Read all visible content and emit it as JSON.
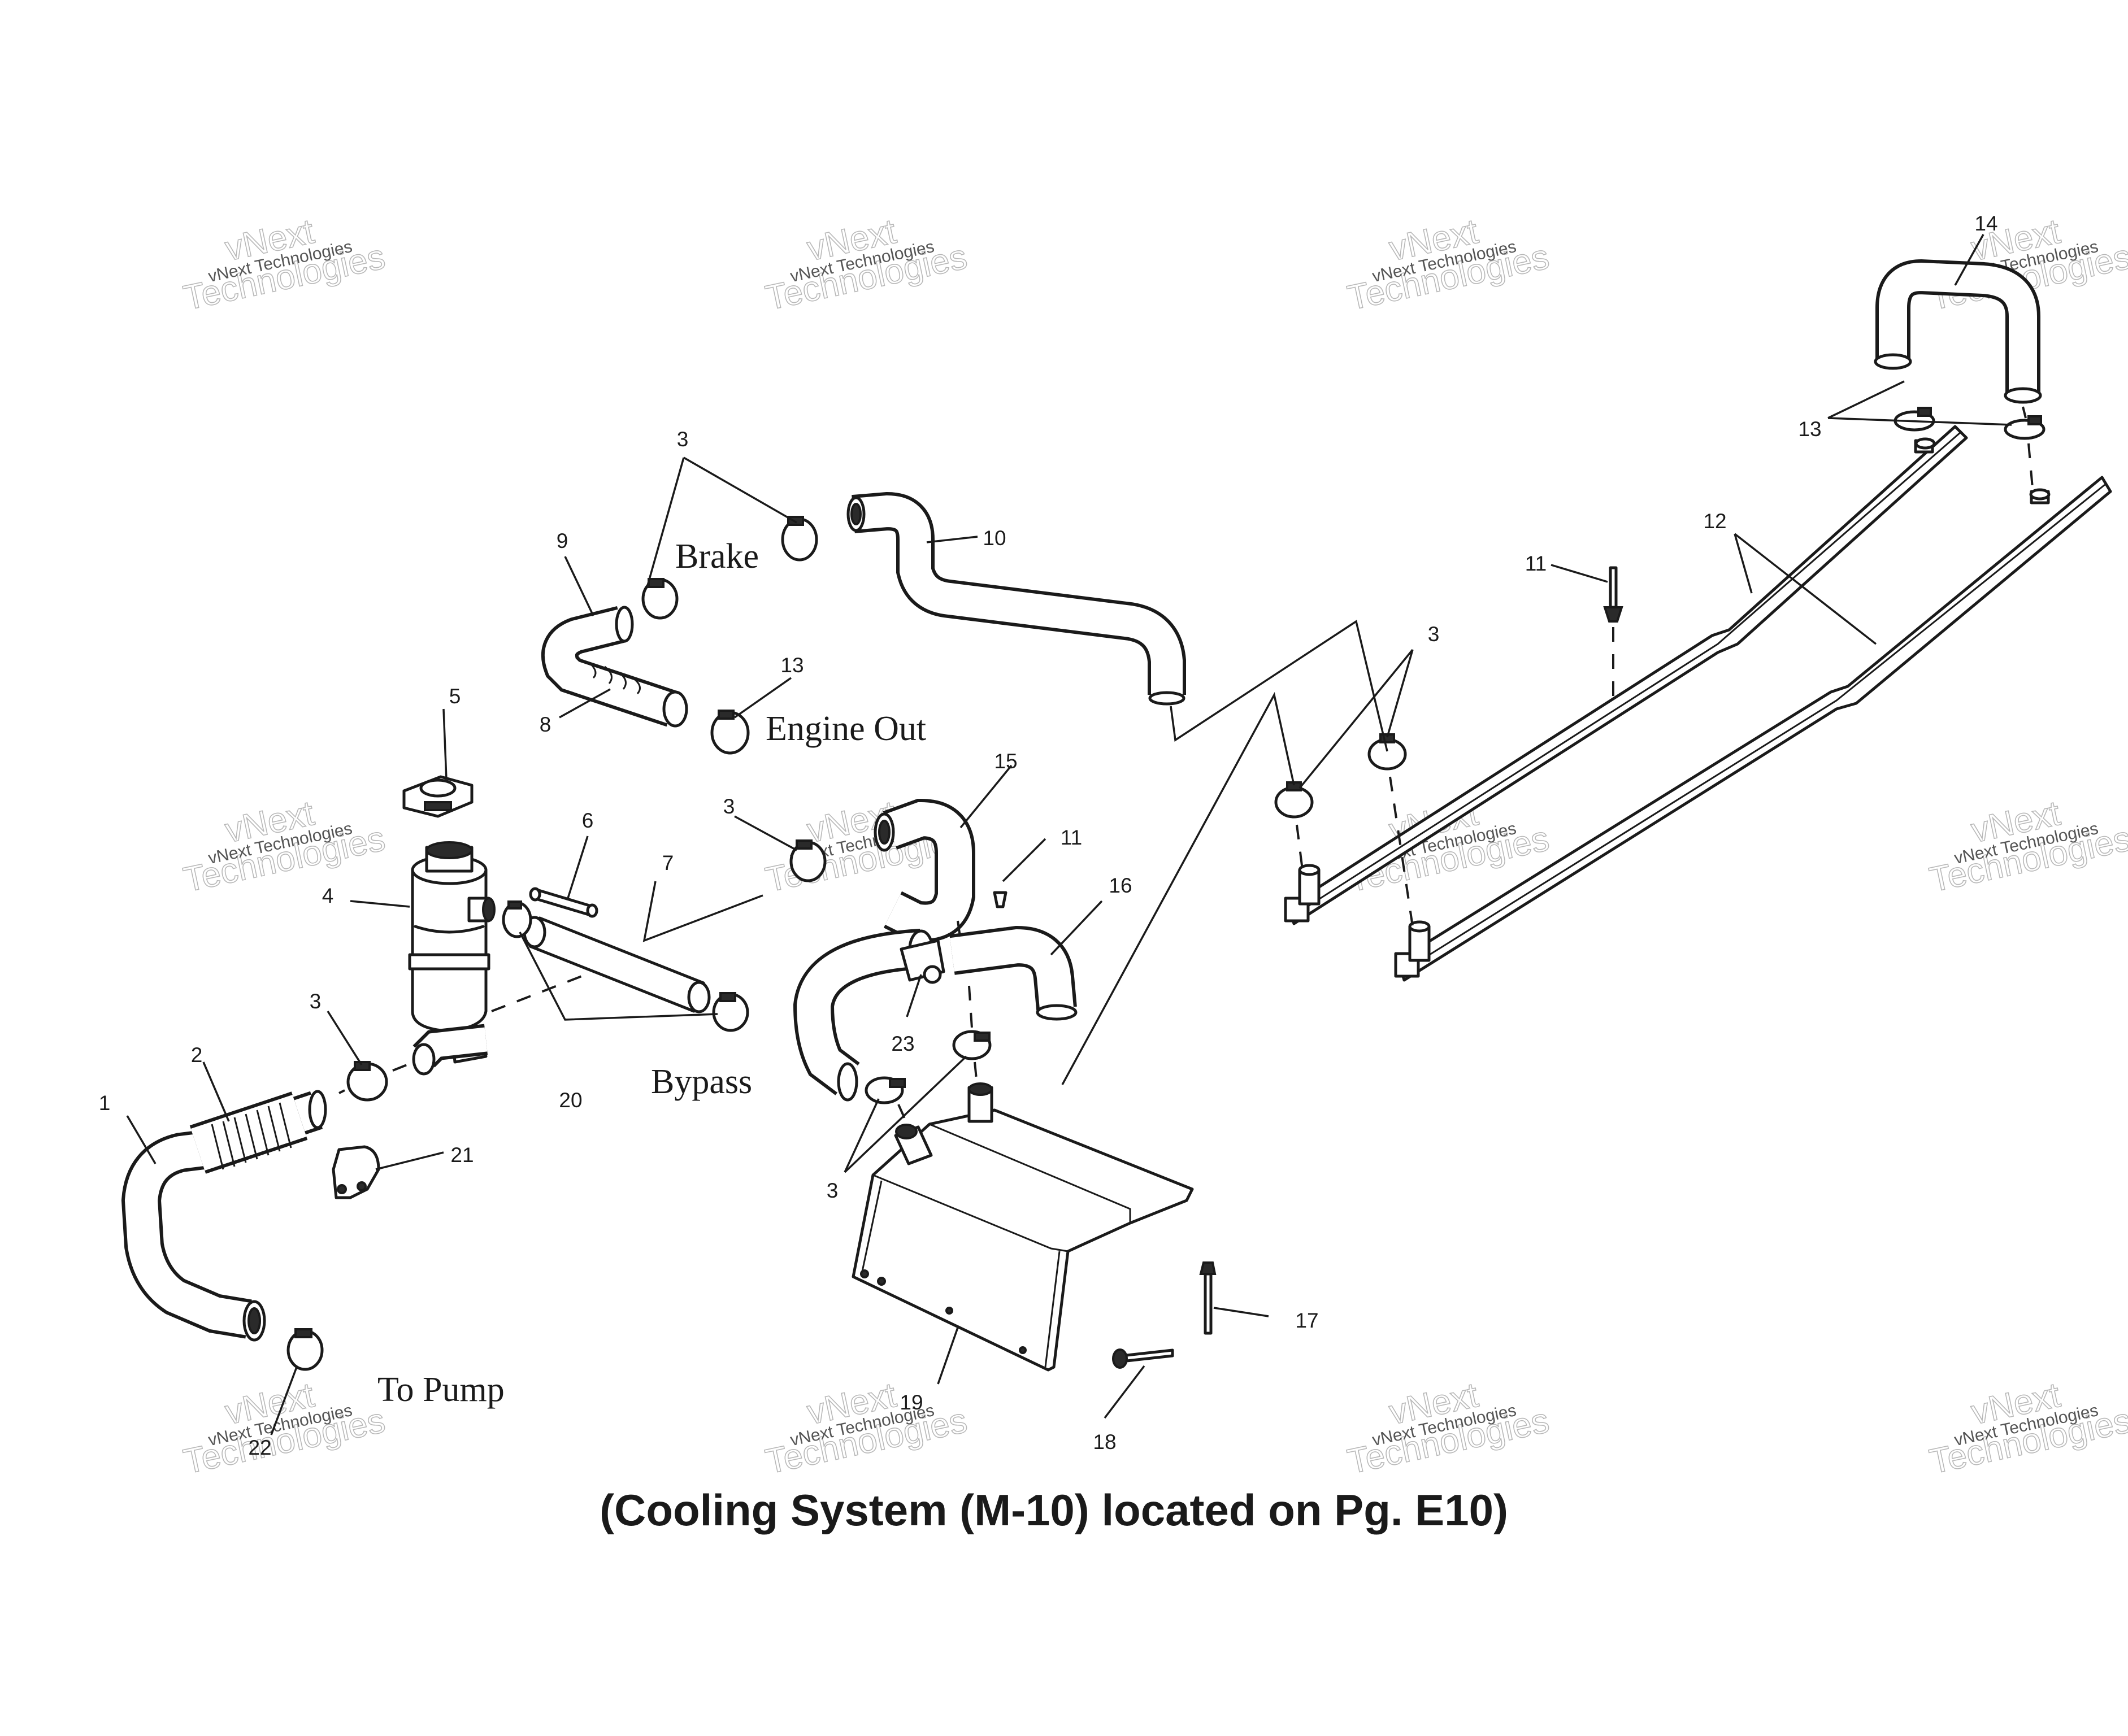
{
  "callouts": {
    "c1": "1",
    "c2": "2",
    "c3a": "3",
    "c3b": "3",
    "c3c": "3",
    "c3d": "3",
    "c3e": "3",
    "c4": "4",
    "c5": "5",
    "c6": "6",
    "c7": "7",
    "c8": "8",
    "c9": "9",
    "c10": "10",
    "c11a": "11",
    "c11b": "11",
    "c12": "12",
    "c13a": "13",
    "c13b": "13",
    "c14": "14",
    "c15": "15",
    "c16": "16",
    "c17": "17",
    "c18": "18",
    "c19": "19",
    "c20": "20",
    "c21": "21",
    "c22": "22",
    "c23": "23"
  },
  "sections": {
    "brake": "Brake",
    "engine_out": "Engine Out",
    "bypass": "Bypass",
    "to_pump": "To Pump"
  },
  "caption": "(Cooling System (M-10) located on Pg. E10)",
  "watermark": {
    "line1": "vNext Technologies",
    "line2": "vNext",
    "line3": "Technologies"
  }
}
